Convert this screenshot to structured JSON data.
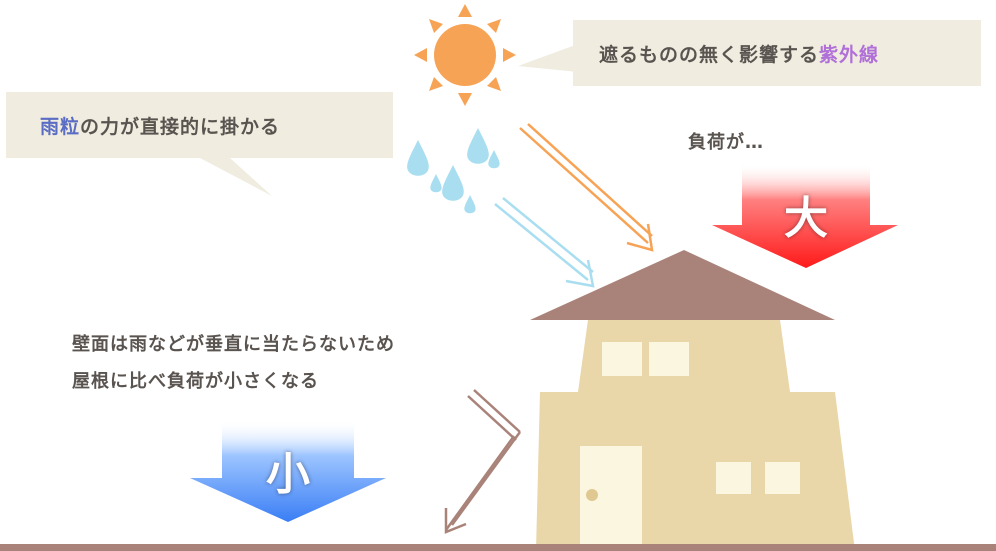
{
  "sun_bubble": {
    "text_main": "遮るものの無く影響する",
    "text_accent": "紫外線",
    "accent_color": "#b070d8"
  },
  "rain_bubble": {
    "text_accent": "雨粒",
    "text_main": "の力が直接的に掛かる",
    "accent_color": "#5a6dc4"
  },
  "roof_load_label": "負荷が…",
  "roof_load_value": "大",
  "wall_note": {
    "line1": "壁面は雨などが垂直に当たらないため",
    "line2": "屋根に比べ負荷が小さくなる"
  },
  "wall_load_value": "小",
  "colors": {
    "sun": "#f7a356",
    "sun_ray": "#f7a356",
    "uv_arrow": "#f7a356",
    "rain_drop": "#a9def0",
    "rain_arrow": "#a9def0",
    "roof": "#a98379",
    "house_body": "#e9d6a9",
    "window": "#fbf6df",
    "door": "#fbf6df",
    "ground": "#a98379",
    "big_arrow_red": "#ff2a2a",
    "big_arrow_blue": "#4a8cff",
    "wall_arrow": "#a98379"
  },
  "icons": [
    "sun-icon",
    "raindrop-icon"
  ]
}
